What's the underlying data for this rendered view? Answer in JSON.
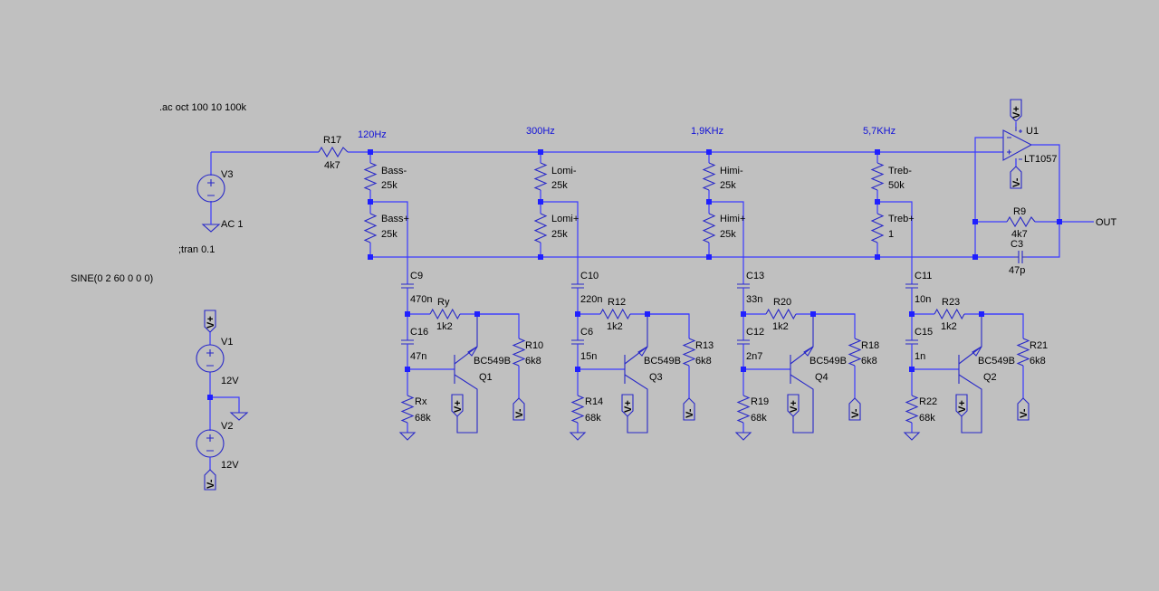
{
  "directives": {
    "ac": ".ac oct 100 10 100k",
    "tran": ";tran 0.1",
    "sine": "SINE(0 2 60 0 0 0)"
  },
  "net_labels": {
    "f1": "120Hz",
    "f2": "300Hz",
    "f3": "1,9KHz",
    "f4": "5,7KHz",
    "out": "OUT"
  },
  "sources": {
    "v3": {
      "name": "V3",
      "value": "AC 1"
    },
    "v1": {
      "name": "V1",
      "value": "12V"
    },
    "v2": {
      "name": "V2",
      "value": "12V"
    }
  },
  "flags": {
    "vplus": "V+",
    "vminus": "V-"
  },
  "input_resistor": {
    "name": "R17",
    "value": "4k7"
  },
  "opamp": {
    "name": "U1",
    "model": "LT1057"
  },
  "feedback": {
    "r9": {
      "name": "R9",
      "value": "4k7"
    },
    "c3": {
      "name": "C3",
      "value": "47p"
    }
  },
  "bands": [
    {
      "pot_top": {
        "name": "Bass-",
        "value": "25k"
      },
      "pot_bot": {
        "name": "Bass+",
        "value": "25k"
      },
      "c_series": {
        "name": "C9",
        "value": "470n"
      },
      "r_fb": {
        "name": "Ry",
        "value": "1k2"
      },
      "c_shunt": {
        "name": "C16",
        "value": "47n"
      },
      "r_gnd": {
        "name": "Rx",
        "value": "68k"
      },
      "r_em": {
        "name": "R10",
        "value": "6k8"
      },
      "q": {
        "name": "Q1",
        "model": "BC549B"
      }
    },
    {
      "pot_top": {
        "name": "Lomi-",
        "value": "25k"
      },
      "pot_bot": {
        "name": "Lomi+",
        "value": "25k"
      },
      "c_series": {
        "name": "C10",
        "value": "220n"
      },
      "r_fb": {
        "name": "R12",
        "value": "1k2"
      },
      "c_shunt": {
        "name": "C6",
        "value": "15n"
      },
      "r_gnd": {
        "name": "R14",
        "value": "68k"
      },
      "r_em": {
        "name": "R13",
        "value": "6k8"
      },
      "q": {
        "name": "Q3",
        "model": "BC549B"
      }
    },
    {
      "pot_top": {
        "name": "Himi-",
        "value": "25k"
      },
      "pot_bot": {
        "name": "Himi+",
        "value": "25k"
      },
      "c_series": {
        "name": "C13",
        "value": "33n"
      },
      "r_fb": {
        "name": "R20",
        "value": "1k2"
      },
      "c_shunt": {
        "name": "C12",
        "value": "2n7"
      },
      "r_gnd": {
        "name": "R19",
        "value": "68k"
      },
      "r_em": {
        "name": "R18",
        "value": "6k8"
      },
      "q": {
        "name": "Q4",
        "model": "BC549B"
      }
    },
    {
      "pot_top": {
        "name": "Treb-",
        "value": "50k"
      },
      "pot_bot": {
        "name": "Treb+",
        "value": "1"
      },
      "c_series": {
        "name": "C11",
        "value": "10n"
      },
      "r_fb": {
        "name": "R23",
        "value": "1k2"
      },
      "c_shunt": {
        "name": "C15",
        "value": "1n"
      },
      "r_gnd": {
        "name": "R22",
        "value": "68k"
      },
      "r_em": {
        "name": "R21",
        "value": "6k8"
      },
      "q": {
        "name": "Q2",
        "model": "BC549B"
      }
    }
  ]
}
